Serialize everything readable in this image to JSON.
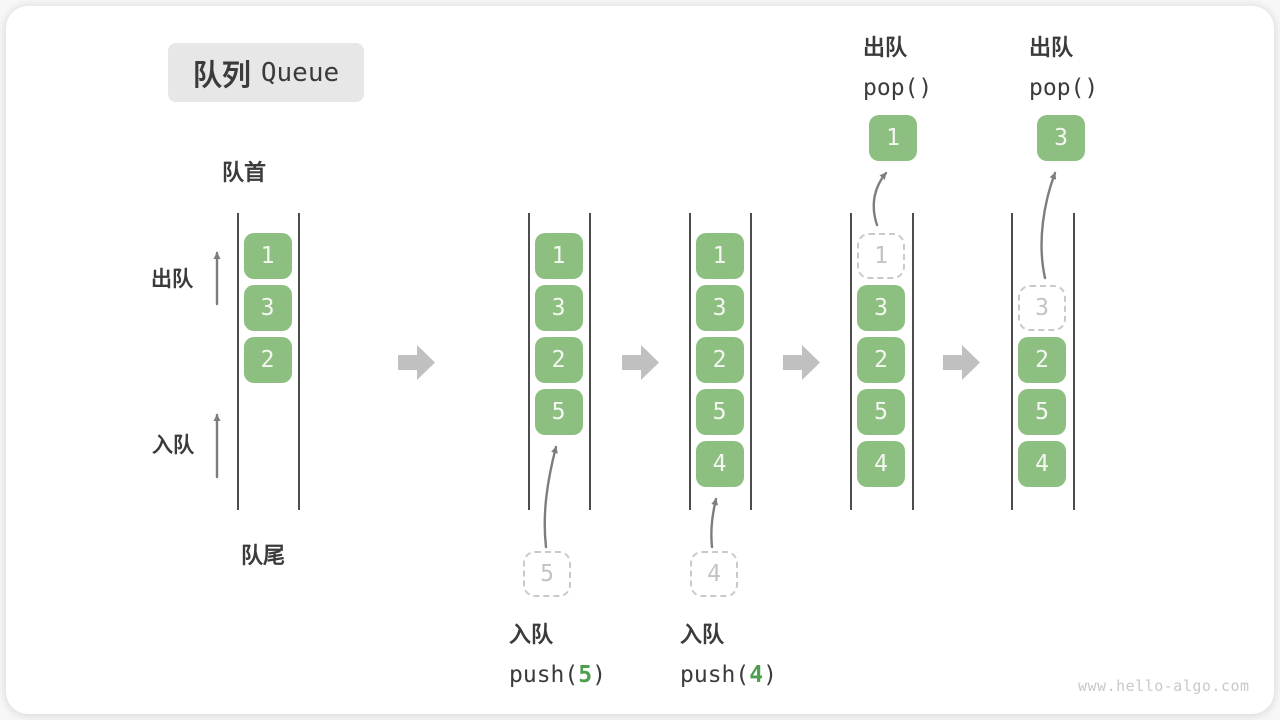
{
  "title": {
    "zh": "队列",
    "en": "Queue"
  },
  "side_labels": {
    "front": "队首",
    "rear": "队尾",
    "dequeue": "出队",
    "enqueue": "入队"
  },
  "watermark": "www.hello-algo.com",
  "colors": {
    "box_green": "#8dbf80",
    "box_number": "#f5f8f2",
    "code_arg_green": "#4e9e50",
    "dashed_border": "#c9c9c9",
    "dashed_number": "#c3c3c3",
    "block_arrow": "#c0c0c0",
    "thin_arrow": "#7d7d7d",
    "column_line": "#4d4d4d",
    "text": "#3b3b3b",
    "title_bg": "#e7e7e7",
    "watermark": "#c9c9c9"
  },
  "stages": [
    {
      "id": "initial",
      "boxes": [
        {
          "slot": 1,
          "value": "1",
          "style": "solid"
        },
        {
          "slot": 2,
          "value": "3",
          "style": "solid"
        },
        {
          "slot": 3,
          "value": "2",
          "style": "solid"
        }
      ]
    },
    {
      "id": "after-push-5",
      "boxes": [
        {
          "slot": 1,
          "value": "1",
          "style": "solid"
        },
        {
          "slot": 2,
          "value": "3",
          "style": "solid"
        },
        {
          "slot": 3,
          "value": "2",
          "style": "solid"
        },
        {
          "slot": 4,
          "value": "5",
          "style": "solid"
        }
      ],
      "pending": {
        "value": "5"
      },
      "caption": {
        "op": "入队",
        "code_pre": "push(",
        "code_arg": "5",
        "code_post": ")"
      }
    },
    {
      "id": "after-push-4",
      "boxes": [
        {
          "slot": 1,
          "value": "1",
          "style": "solid"
        },
        {
          "slot": 2,
          "value": "3",
          "style": "solid"
        },
        {
          "slot": 3,
          "value": "2",
          "style": "solid"
        },
        {
          "slot": 4,
          "value": "5",
          "style": "solid"
        },
        {
          "slot": 5,
          "value": "4",
          "style": "solid"
        }
      ],
      "pending": {
        "value": "4"
      },
      "caption": {
        "op": "入队",
        "code_pre": "push(",
        "code_arg": "4",
        "code_post": ")"
      }
    },
    {
      "id": "after-pop-1",
      "boxes": [
        {
          "slot": 1,
          "value": "1",
          "style": "dashed"
        },
        {
          "slot": 2,
          "value": "3",
          "style": "solid"
        },
        {
          "slot": 3,
          "value": "2",
          "style": "solid"
        },
        {
          "slot": 4,
          "value": "5",
          "style": "solid"
        },
        {
          "slot": 5,
          "value": "4",
          "style": "solid"
        }
      ],
      "popped": {
        "value": "1"
      },
      "caption": {
        "op": "出队",
        "code_pre": "pop()",
        "code_arg": "",
        "code_post": ""
      }
    },
    {
      "id": "after-pop-3",
      "boxes": [
        {
          "slot": 2,
          "value": "3",
          "style": "dashed"
        },
        {
          "slot": 3,
          "value": "2",
          "style": "solid"
        },
        {
          "slot": 4,
          "value": "5",
          "style": "solid"
        },
        {
          "slot": 5,
          "value": "4",
          "style": "solid"
        }
      ],
      "popped": {
        "value": "3"
      },
      "caption": {
        "op": "出队",
        "code_pre": "pop()",
        "code_arg": "",
        "code_post": ""
      }
    }
  ]
}
